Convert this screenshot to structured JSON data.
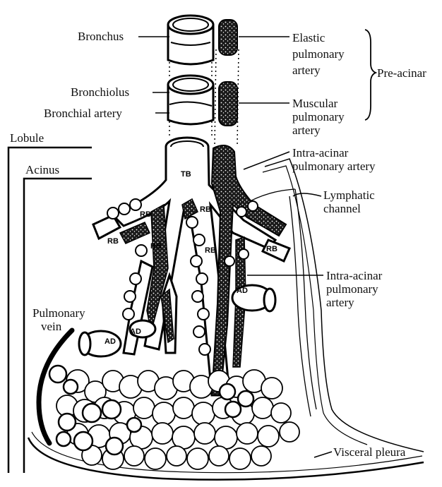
{
  "labels": {
    "bronchus": "Bronchus",
    "bronchiolus": "Bronchiolus",
    "bronchial_artery": "Bronchial artery",
    "lobule": "Lobule",
    "acinus": "Acinus",
    "pulmonary_vein": [
      "Pulmonary",
      "vein"
    ],
    "elastic_pulmonary_artery": [
      "Elastic",
      "pulmonary",
      "artery"
    ],
    "pre_acinar": "Pre-acinar",
    "muscular_pulmonary_artery": [
      "Muscular",
      "pulmonary",
      "artery"
    ],
    "intra_acinar_pulmonary_artery_top": [
      "Intra-acinar",
      "pulmonary artery"
    ],
    "lymphatic_channel": [
      "Lymphatic",
      "channel"
    ],
    "intra_acinar_pulmonary_artery_mid": [
      "Intra-acinar",
      "pulmonary",
      "artery"
    ],
    "visceral_pleura": "Visceral pleura"
  },
  "tags": {
    "tb": "TB",
    "rb": "RB",
    "ad": "AD"
  }
}
